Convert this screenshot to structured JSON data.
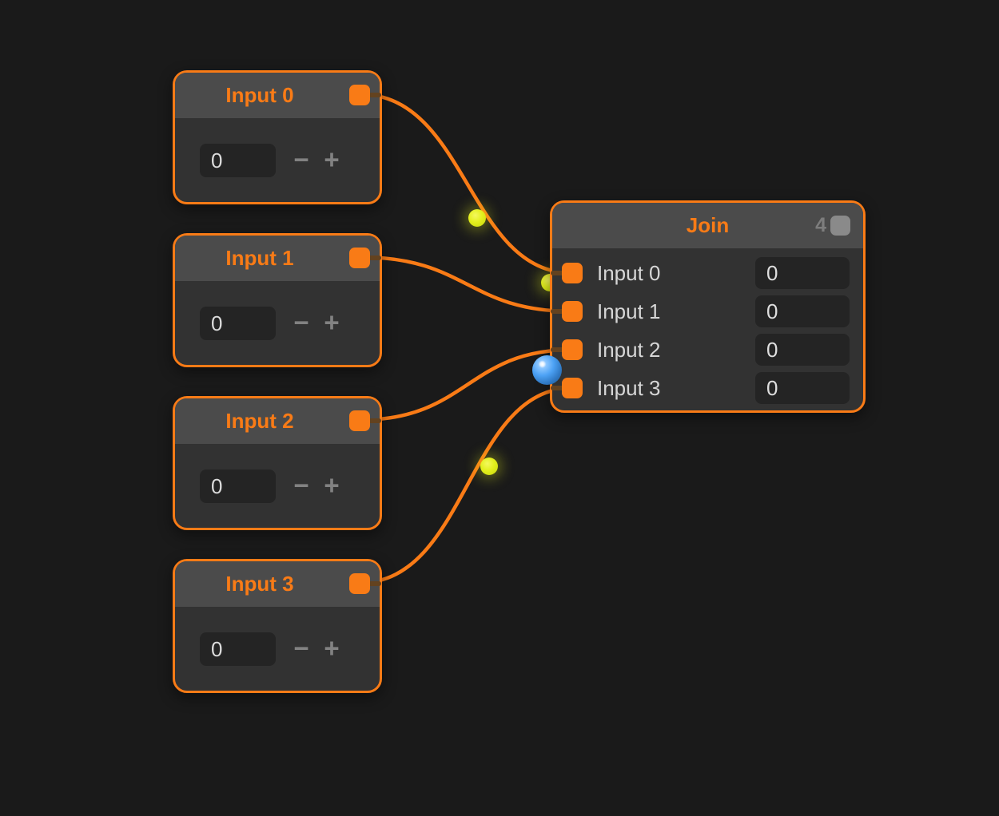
{
  "editor": {
    "background": "#1a1a1a",
    "accent": "#f97b16",
    "wire_color": "#f97b16",
    "particle_color": "#e3ef1d"
  },
  "controls": {
    "minus_label": "−",
    "plus_label": "+"
  },
  "input_nodes": [
    {
      "title": "Input 0",
      "value": "0"
    },
    {
      "title": "Input 1",
      "value": "0"
    },
    {
      "title": "Input 2",
      "value": "0"
    },
    {
      "title": "Input 3",
      "value": "0"
    }
  ],
  "join_node": {
    "title": "Join",
    "port_count": "4",
    "rows": [
      {
        "label": "Input 0",
        "value": "0"
      },
      {
        "label": "Input 1",
        "value": "0"
      },
      {
        "label": "Input 2",
        "value": "0"
      },
      {
        "label": "Input 3",
        "value": "0"
      }
    ]
  }
}
